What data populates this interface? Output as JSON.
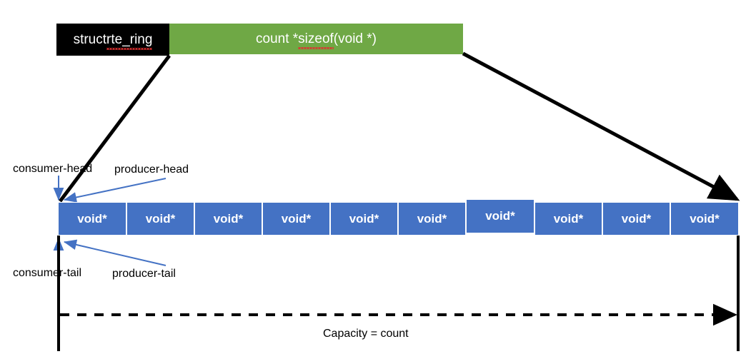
{
  "diagram": {
    "title": "DPDK rte_ring memory layout",
    "colors": {
      "struct_box_bg": "#000000",
      "data_box_bg": "#6FA845",
      "cell_bg": "#4472C4",
      "cell_border": "#FFFFFF",
      "pointer_arrow": "#4472C4",
      "structure_line": "#000000",
      "spellcheck_underline": "#E03030"
    },
    "header": {
      "struct_box": {
        "prefix": "struct ",
        "name": "rte_ring",
        "misspelled": true
      },
      "data_box": {
        "prefix": "count * ",
        "name": "sizeof",
        "suffix": "(void *)",
        "misspelled": true
      }
    },
    "ring": {
      "cell_label": "void*",
      "cell_count": 10,
      "cells": [
        {
          "label": "void*",
          "raised": false
        },
        {
          "label": "void*",
          "raised": false
        },
        {
          "label": "void*",
          "raised": false
        },
        {
          "label": "void*",
          "raised": false
        },
        {
          "label": "void*",
          "raised": false
        },
        {
          "label": "void*",
          "raised": false
        },
        {
          "label": "void*",
          "raised": true
        },
        {
          "label": "void*",
          "raised": false
        },
        {
          "label": "void*",
          "raised": false
        },
        {
          "label": "void*",
          "raised": false
        }
      ]
    },
    "pointers": {
      "consumer_head": "consumer-head",
      "producer_head": "producer-head",
      "consumer_tail": "consumer-tail",
      "producer_tail": "producer-tail"
    },
    "capacity": {
      "text": "Capacity =  count"
    }
  }
}
